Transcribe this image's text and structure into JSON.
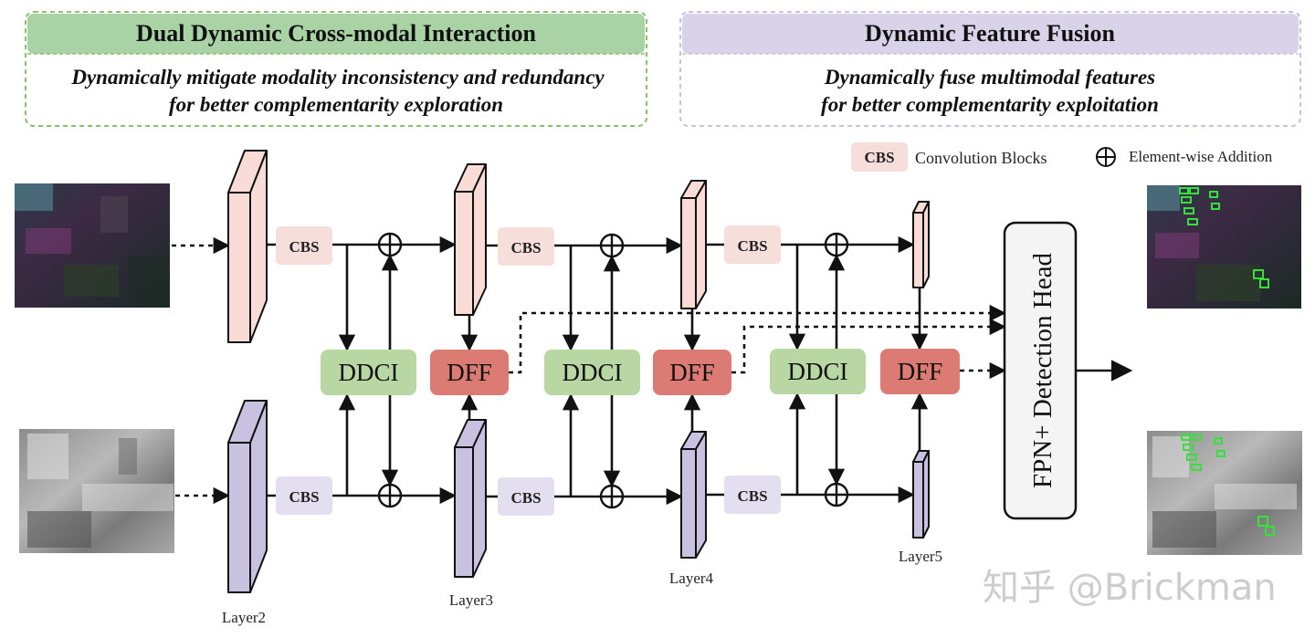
{
  "panels": {
    "left": {
      "title": "Dual Dynamic Cross-modal Interaction",
      "line1": "Dynamically mitigate modality inconsistency and redundancy",
      "line2": "for better complementarity exploration",
      "header_color": "#a9d3a5",
      "border_color": "#8bbf6b"
    },
    "right": {
      "title": "Dynamic Feature Fusion",
      "line1": "Dynamically fuse multimodal features",
      "line2": "for better complementarity exploitation",
      "header_color": "#d9d3ea",
      "border_color": "#c9c2dc"
    }
  },
  "legend": {
    "cbs_tag": "CBS",
    "cbs_text": "Convolution Blocks",
    "add_text": "Element-wise Addition"
  },
  "blocks": {
    "cbs_label": "CBS",
    "ddci_label": "DDCI",
    "dff_label": "DFF",
    "head_label": "FPN+ Detection Head"
  },
  "layers": [
    "Layer2",
    "Layer3",
    "Layer4",
    "Layer5"
  ],
  "watermark": "知乎 @Brickman",
  "colors": {
    "rgb_stream": "#f9dcd6",
    "rgb_cbs": "#f6dedb",
    "ir_stream": "#c9c1e0",
    "ir_cbs": "#e3def0",
    "ddci": "#b8d7a3",
    "dff": "#dc7b74",
    "line": "#111111",
    "detect_box": "#36e23a"
  },
  "icons": {
    "addition": "circled-plus-icon",
    "rgb_input": "rgb-aerial-image",
    "ir_input": "infrared-aerial-image"
  }
}
